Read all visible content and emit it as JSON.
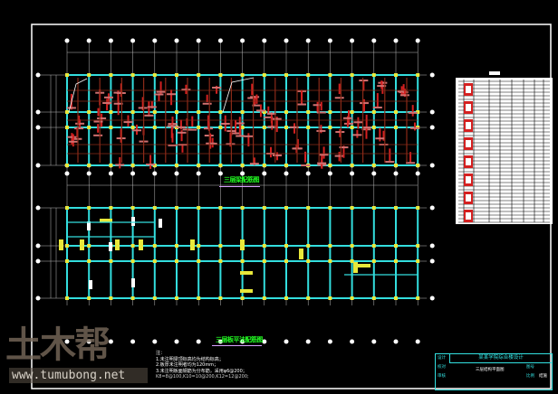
{
  "drawing": {
    "top_plan_title": "三层梁配筋图",
    "bottom_plan_title": "三层板平法配筋图",
    "table_title": "梁表",
    "notes": [
      "注：",
      "1.未注明梁顶标高均为结构标高；",
      "2.板厚未注明者均为120mm；",
      "3.未注明板面钢筋为分布筋，采用φ6@200；",
      "K8=8@100,K10=10@200,K12=12@200;"
    ]
  },
  "title_block": {
    "project": "某某学院综合楼设计",
    "drawing_name": "三层结构平面图",
    "labels": [
      "设计",
      "校对",
      "审核",
      "图号",
      "比例",
      "日期"
    ],
    "sheet": "结施"
  },
  "watermark": {
    "logo": "土木帮",
    "url": "www.tumubong.net"
  },
  "colors": {
    "background": "#000000",
    "frame": "#ffffff",
    "beam": "#33dede",
    "column": "#e8e83a",
    "rebar": "#d42020",
    "rebar_dark": "#8a2a18",
    "dim": "#bbbbbb",
    "title": "#22ff22"
  }
}
